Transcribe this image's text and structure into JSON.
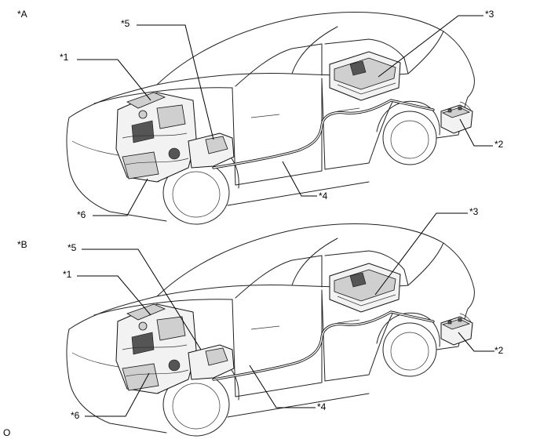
{
  "views": [
    {
      "id": "A",
      "view_label": "*A",
      "callouts": [
        {
          "id": "1",
          "text": "*1"
        },
        {
          "id": "2",
          "text": "*2"
        },
        {
          "id": "3",
          "text": "*3"
        },
        {
          "id": "4",
          "text": "*4"
        },
        {
          "id": "5",
          "text": "*5"
        },
        {
          "id": "6",
          "text": "*6"
        }
      ]
    },
    {
      "id": "B",
      "view_label": "*B",
      "callouts": [
        {
          "id": "1",
          "text": "*1"
        },
        {
          "id": "2",
          "text": "*2"
        },
        {
          "id": "3",
          "text": "*3"
        },
        {
          "id": "4",
          "text": "*4"
        },
        {
          "id": "5",
          "text": "*5"
        },
        {
          "id": "6",
          "text": "*6"
        }
      ]
    }
  ],
  "figure_id": "O"
}
